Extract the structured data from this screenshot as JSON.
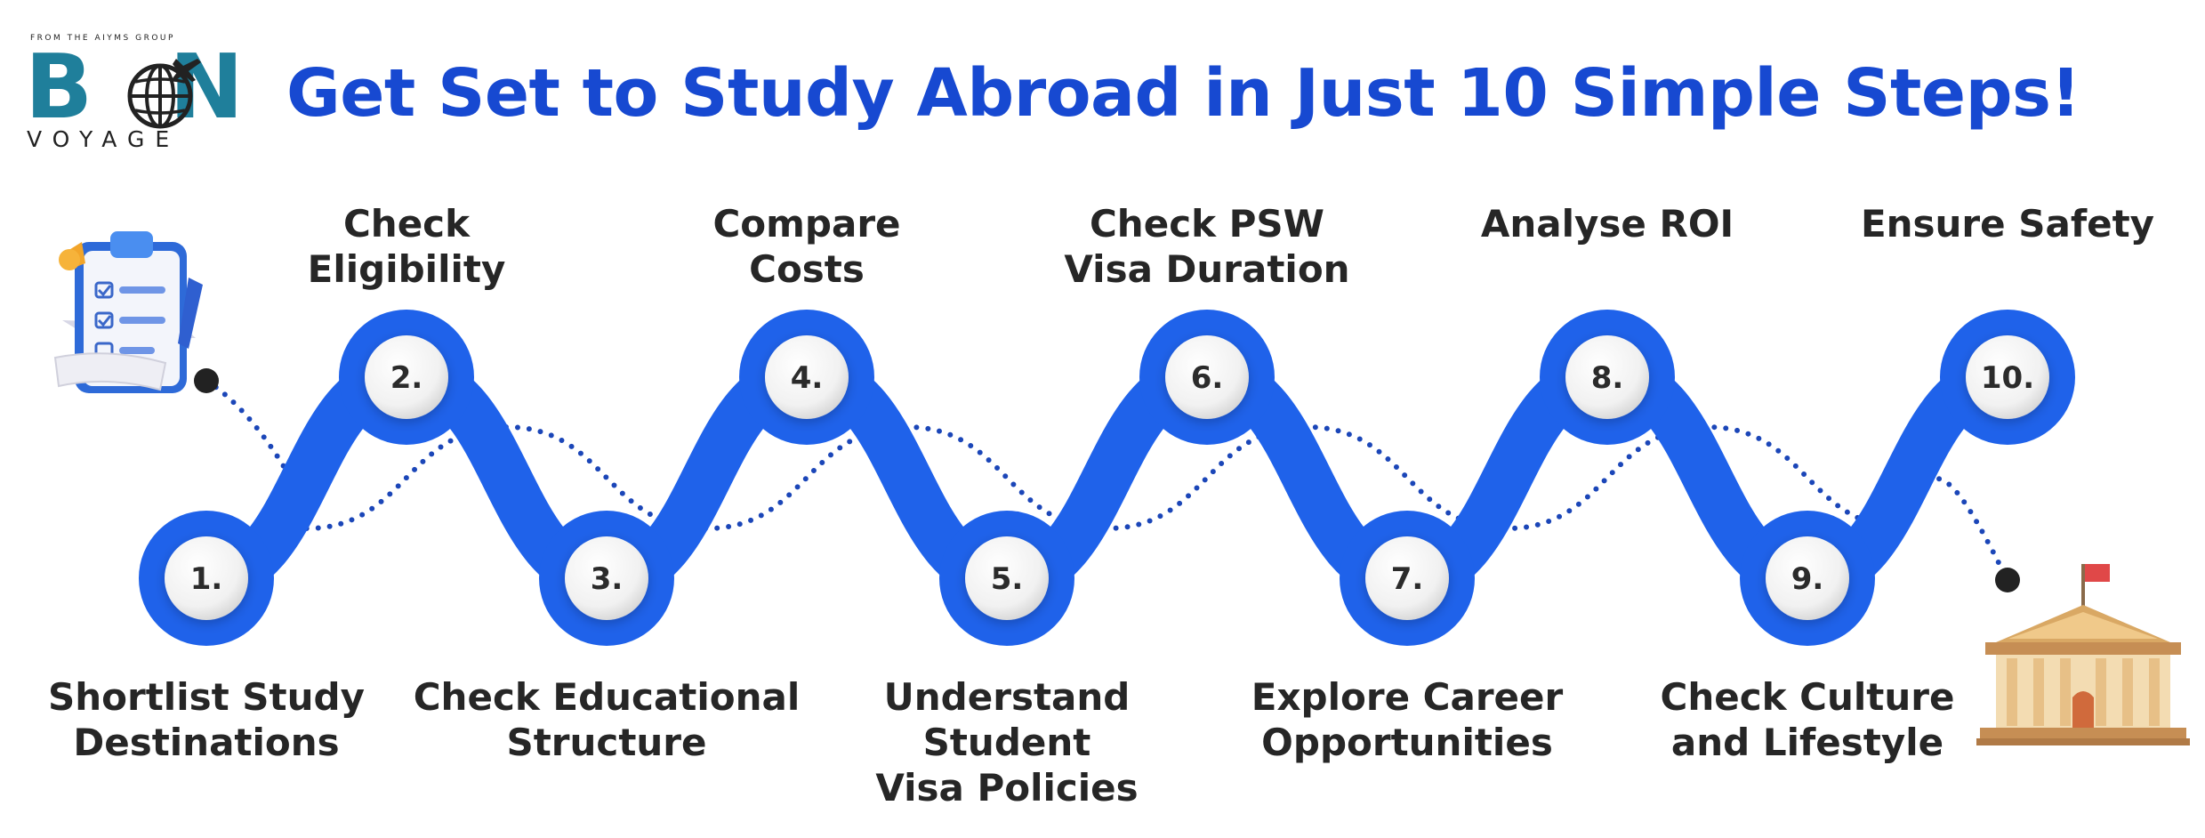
{
  "header": {
    "title": "Get Set to Study Abroad in Just 10 Simple Steps!",
    "logo_tagline": "FROM THE AIYMS GROUP",
    "logo_main_b": "B",
    "logo_main_n": "N",
    "logo_sub": "VOYAGE"
  },
  "colors": {
    "title": "#1749d1",
    "path": "#1f62ea",
    "dots": "#1b46b8",
    "logo": "#1f7f9b"
  },
  "icons": {
    "start": "clipboard-checklist-icon",
    "end": "university-building-icon"
  },
  "steps": [
    {
      "number": "1.",
      "label": [
        "Shortlist Study",
        "Destinations"
      ]
    },
    {
      "number": "2.",
      "label": [
        "Check",
        "Eligibility"
      ]
    },
    {
      "number": "3.",
      "label": [
        "Check Educational",
        "Structure"
      ]
    },
    {
      "number": "4.",
      "label": [
        "Compare",
        "Costs"
      ]
    },
    {
      "number": "5.",
      "label": [
        "Understand",
        "Student",
        "Visa Policies"
      ]
    },
    {
      "number": "6.",
      "label": [
        "Check PSW",
        "Visa Duration"
      ]
    },
    {
      "number": "7.",
      "label": [
        "Explore Career",
        "Opportunities"
      ]
    },
    {
      "number": "8.",
      "label": [
        "Analyse ROI"
      ]
    },
    {
      "number": "9.",
      "label": [
        "Check Culture",
        "and Lifestyle"
      ]
    },
    {
      "number": "10.",
      "label": [
        "Ensure Safety"
      ]
    }
  ]
}
